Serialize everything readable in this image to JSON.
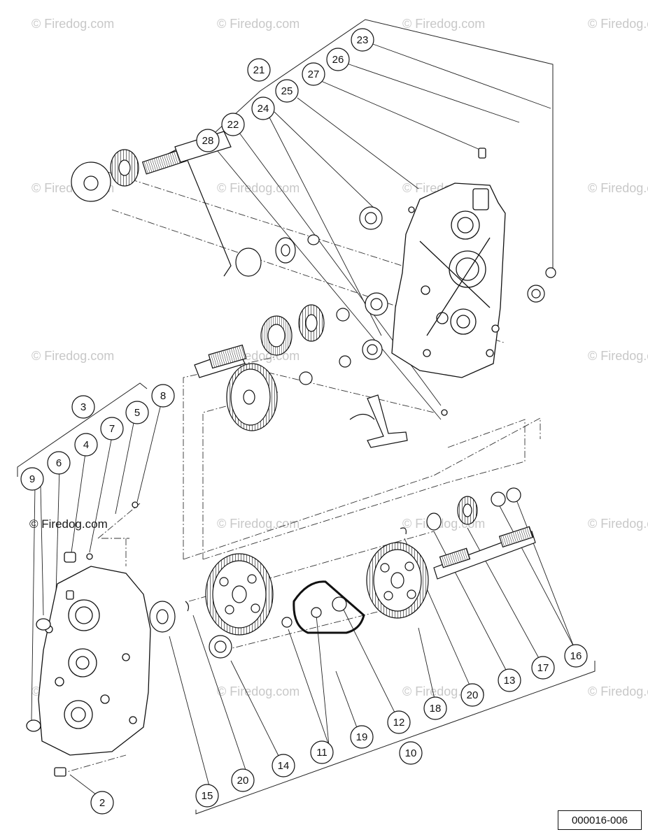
{
  "watermark": "© Firedog.com",
  "diagram_code": "000016-006",
  "callouts": [
    "21",
    "23",
    "26",
    "27",
    "25",
    "24",
    "22",
    "28",
    "3",
    "8",
    "5",
    "7",
    "4",
    "6",
    "9",
    "2",
    "15",
    "20",
    "14",
    "11",
    "19",
    "12",
    "18",
    "20",
    "13",
    "17",
    "16",
    "10"
  ],
  "colors": {
    "ink": "#111111",
    "watermark": "#c8c8c8",
    "paper": "#ffffff"
  }
}
